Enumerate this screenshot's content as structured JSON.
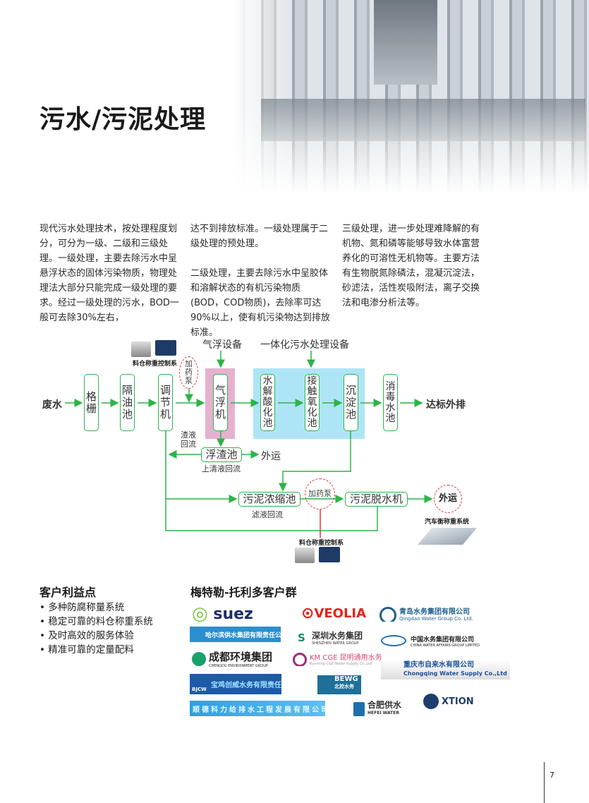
{
  "title": "污水/污泥处理",
  "intro": {
    "col1": "现代污水处理技术，按处理程度划分，可分为一级、二级和三级处理。一级处理，主要去除污水中呈悬浮状态的固体污染物质，物理处理法大部分只能完成一级处理的要求。经过一级处理的污水，BOD一般可去除30%左右，",
    "col2a": "达不到排放标准。一级处理属于二级处理的预处理。",
    "col2b": "二级处理，主要去除污水中呈胶体和溶解状态的有机污染物质(BOD，COD物质)，去除率可达90%以上，使有机污染物达到排放标准。",
    "col3": "三级处理，进一步处理难降解的有机物、氮和磷等能够导致水体富营养化的可溶性无机物等。主要方法有生物脱氮除磷法，混凝沉淀法，砂滤法，活性炭吸附法，离子交换法和电渗分析法等。"
  },
  "diagram": {
    "input": "废水",
    "output": "达标外排",
    "grid": "格栅",
    "oil": "隔油池",
    "adjust": "调节机",
    "float": "气浮机",
    "hydro": "水解酸化池",
    "contact": "接触氧化池",
    "settle": "沉淀池",
    "disinfect": "消毒水池",
    "float_equip": "气浮设备",
    "integrated_equip": "一体化污水处理设备",
    "dosing_pump": "加药泵",
    "bin_system": "料仓称重控制系",
    "slag_return": "渣液回流",
    "scum_tank": "浮渣池",
    "haul": "外运",
    "supernatant_return": "上清液回流",
    "thickener": "污泥浓缩池",
    "filtrate_return": "滤液回流",
    "dewater": "污泥脱水机",
    "truck_scale": "汽车衡称重系统"
  },
  "benefits": {
    "heading": "客户利益点",
    "items": [
      "多种防腐称量系统",
      "稳定可靠的料仓称重系统",
      "及时高效的服务体验",
      "精准可靠的定量配料"
    ]
  },
  "customers": {
    "heading": "梅特勒-托利多客户群",
    "logos": [
      "suez",
      "VEOLIA",
      "青岛水务集团有限公司",
      "Qingdao Water Group Co. Ltd.",
      "哈尔滨供水集团有限责任公司",
      "深圳水务集团",
      "SHENZHEN WATER GROUP",
      "中国水务集团有限公司",
      "CHINA WATER AFFAIRS GROUP LIMITED",
      "成都环境集团",
      "CHENGDU ENVIRONMENT GROUP",
      "KM CGE 昆明通用水务",
      "Kunming CGE Water Supply Co.,Ltd",
      "重庆市自来水有限公司",
      "Chongqing Water Supply Co.,Ltd",
      "宝鸡创威水务有限责任公司",
      "BJCW",
      "BEWG",
      "北控水务",
      "顺德科力给排水工程发展有限公司",
      "合肥供水",
      "HEFEI WATER",
      "XTION"
    ]
  },
  "page_number": "7"
}
